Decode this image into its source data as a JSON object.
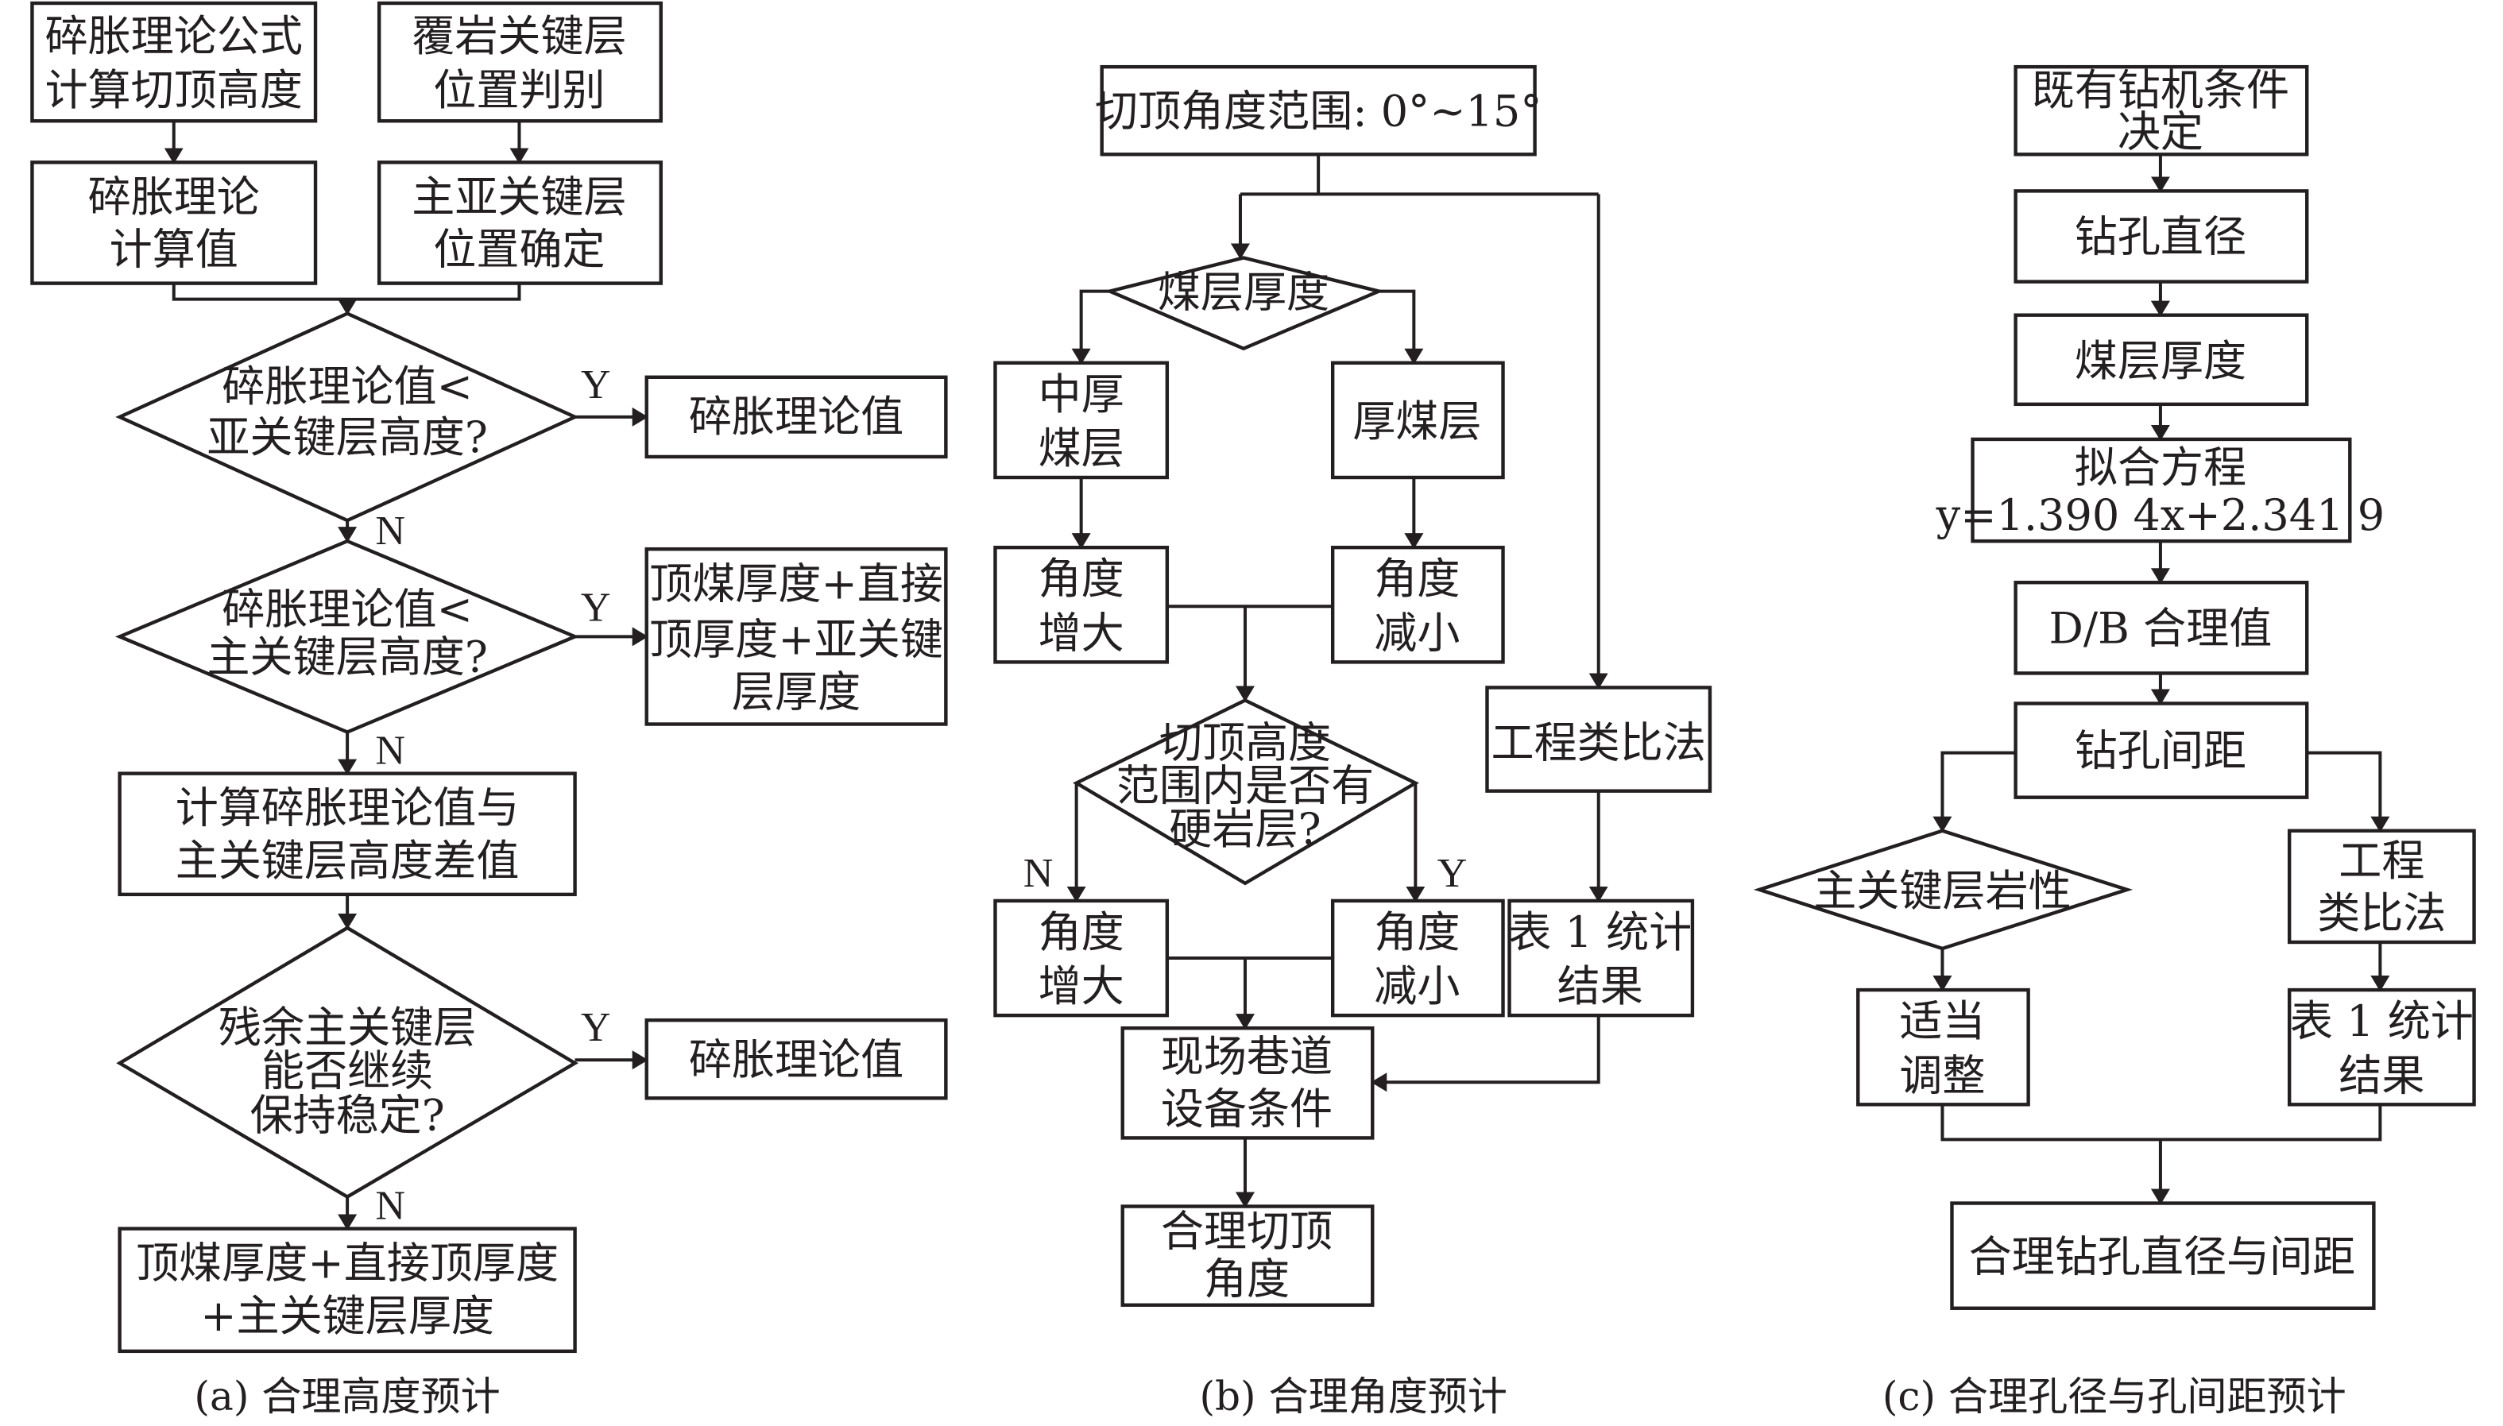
{
  "panel_a": {
    "caption": "(a) 合理高度预计",
    "box1": [
      "碎胀理论公式",
      "计算切顶高度"
    ],
    "box2": [
      "覆岩关键层",
      "位置判别"
    ],
    "box3": [
      "碎胀理论",
      "计算值"
    ],
    "box4": [
      "主亚关键层",
      "位置确定"
    ],
    "dec1": [
      "碎胀理论值<",
      "亚关键层高度?"
    ],
    "dec1_yes": "碎胀理论值",
    "dec2": [
      "碎胀理论值<",
      "主关键层高度?"
    ],
    "dec2_yes": [
      "顶煤厚度+直接",
      "顶厚度+亚关键",
      "层厚度"
    ],
    "calc": [
      "计算碎胀理论值与",
      "主关键层高度差值"
    ],
    "dec3": [
      "残余主关键层",
      "能否继续",
      "保持稳定?"
    ],
    "dec3_yes": "碎胀理论值",
    "final": [
      "顶煤厚度+直接顶厚度",
      "+主关键层厚度"
    ],
    "Y": "Y",
    "N": "N"
  },
  "panel_b": {
    "caption": "(b) 合理角度预计",
    "range": "切顶角度范围: 0°~15°",
    "dec1": "煤层厚度",
    "mid": [
      "中厚",
      "煤层"
    ],
    "thick": "厚煤层",
    "inc": [
      "角度",
      "增大"
    ],
    "dec": [
      "角度",
      "减小"
    ],
    "dec2": [
      "切顶高度",
      "范围内是否有",
      "硬岩层?"
    ],
    "analog": "工程类比法",
    "table": [
      "表 1 统计",
      "结果"
    ],
    "site": [
      "现场巷道",
      "设备条件"
    ],
    "final": [
      "合理切顶",
      "角度"
    ],
    "Y": "Y",
    "N": "N"
  },
  "panel_c": {
    "caption": "(c) 合理孔径与孔间距预计",
    "b1": [
      "既有钻机条件",
      "决定"
    ],
    "b2": "钻孔直径",
    "b3": "煤层厚度",
    "b4": [
      "拟合方程",
      "y=1.390 4x+2.341 9"
    ],
    "b5": "D/B 合理值",
    "b6": "钻孔间距",
    "dec": "主关键层岩性",
    "analog": [
      "工程",
      "类比法"
    ],
    "adjust": [
      "适当",
      "调整"
    ],
    "table": [
      "表 1 统计",
      "结果"
    ],
    "final": "合理钻孔直径与间距"
  }
}
